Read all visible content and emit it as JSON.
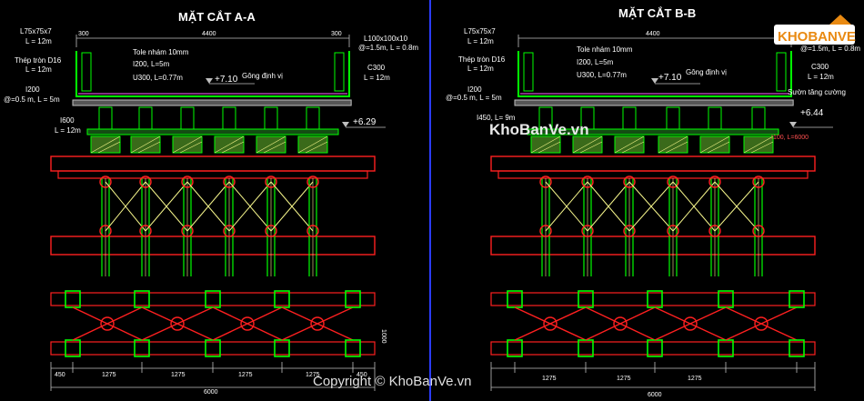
{
  "left": {
    "title": "MẶT CẮT A-A",
    "top_dims": [
      "300",
      "4400",
      "300"
    ],
    "labels": {
      "l75": "L75x75x7",
      "l75_len": "L = 12m",
      "thep": "Thép tròn D16",
      "thep_len": "L = 12m",
      "tole": "Tole nhám 10mm",
      "i200a": "I200, L=5m",
      "u300": "U300, L=0.77m",
      "gong": "Gông định vị",
      "i200b": "I200",
      "i200b_sp": "@=0.5 m, L = 5m",
      "i600": "I600",
      "i600_len": "L = 12m",
      "l100": "L100x100x10",
      "l100_sp": "@=1.5m, L = 0.8m",
      "c300": "C300",
      "c300_len": "L = 12m"
    },
    "elev1": "+7.10",
    "elev2": "+6.29",
    "vdim": "1000",
    "bottom_dims": [
      "450",
      "1275",
      "1275",
      "1275",
      "1275",
      "450"
    ],
    "total": "6000"
  },
  "right": {
    "title": "MẶT CẮT B-B",
    "top_dim": "4400",
    "labels": {
      "l75": "L75x75x7",
      "l75_len": "L = 12m",
      "thep": "Thép tròn D16",
      "thep_len": "L = 12m",
      "tole": "Tole nhám 10mm",
      "i200a": "I200, L=5m",
      "u300": "U300, L=0.77m",
      "gong": "Gông định vị",
      "i200b": "I200",
      "i200b_sp": "@=0.5 m, L = 5m",
      "i450": "I450, L= 9m",
      "l100_sp": "@=1.5m, L = 0.8m",
      "c300": "C300",
      "c300_len": "L = 12m",
      "suon": "Sườn tăng cường",
      "i100": "I100, L=6000"
    },
    "elev1": "+7.10",
    "elev2": "+6.44",
    "bottom_dims": [
      "1275",
      "1275",
      "1275"
    ],
    "total": "6000"
  },
  "watermark": {
    "center": "KhoBanVe.vn",
    "copyright": "Copyright © KhoBanVe.vn",
    "logo": "KHOBANVE"
  },
  "colors": {
    "background": "#000000",
    "green": "#00ff00",
    "red": "#ff2020",
    "yellow": "#f4f48a",
    "dim_line": "#bfbfbf",
    "divider": "#2b3cff",
    "logo_orange": "#e98a12"
  }
}
